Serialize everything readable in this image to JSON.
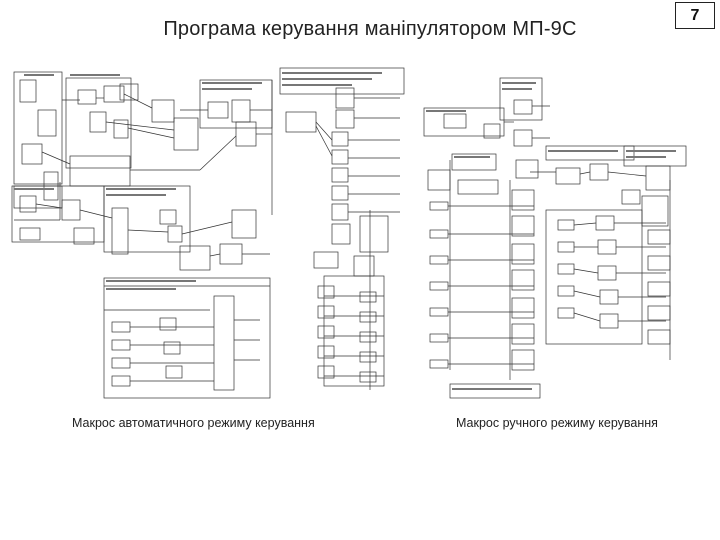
{
  "slide": {
    "title": "Програма керування маніпулятором МП-9С",
    "page_number": "7"
  },
  "captions": {
    "left": "Макрос автоматичного режиму керування",
    "right": "Макрос ручного режиму керування"
  }
}
